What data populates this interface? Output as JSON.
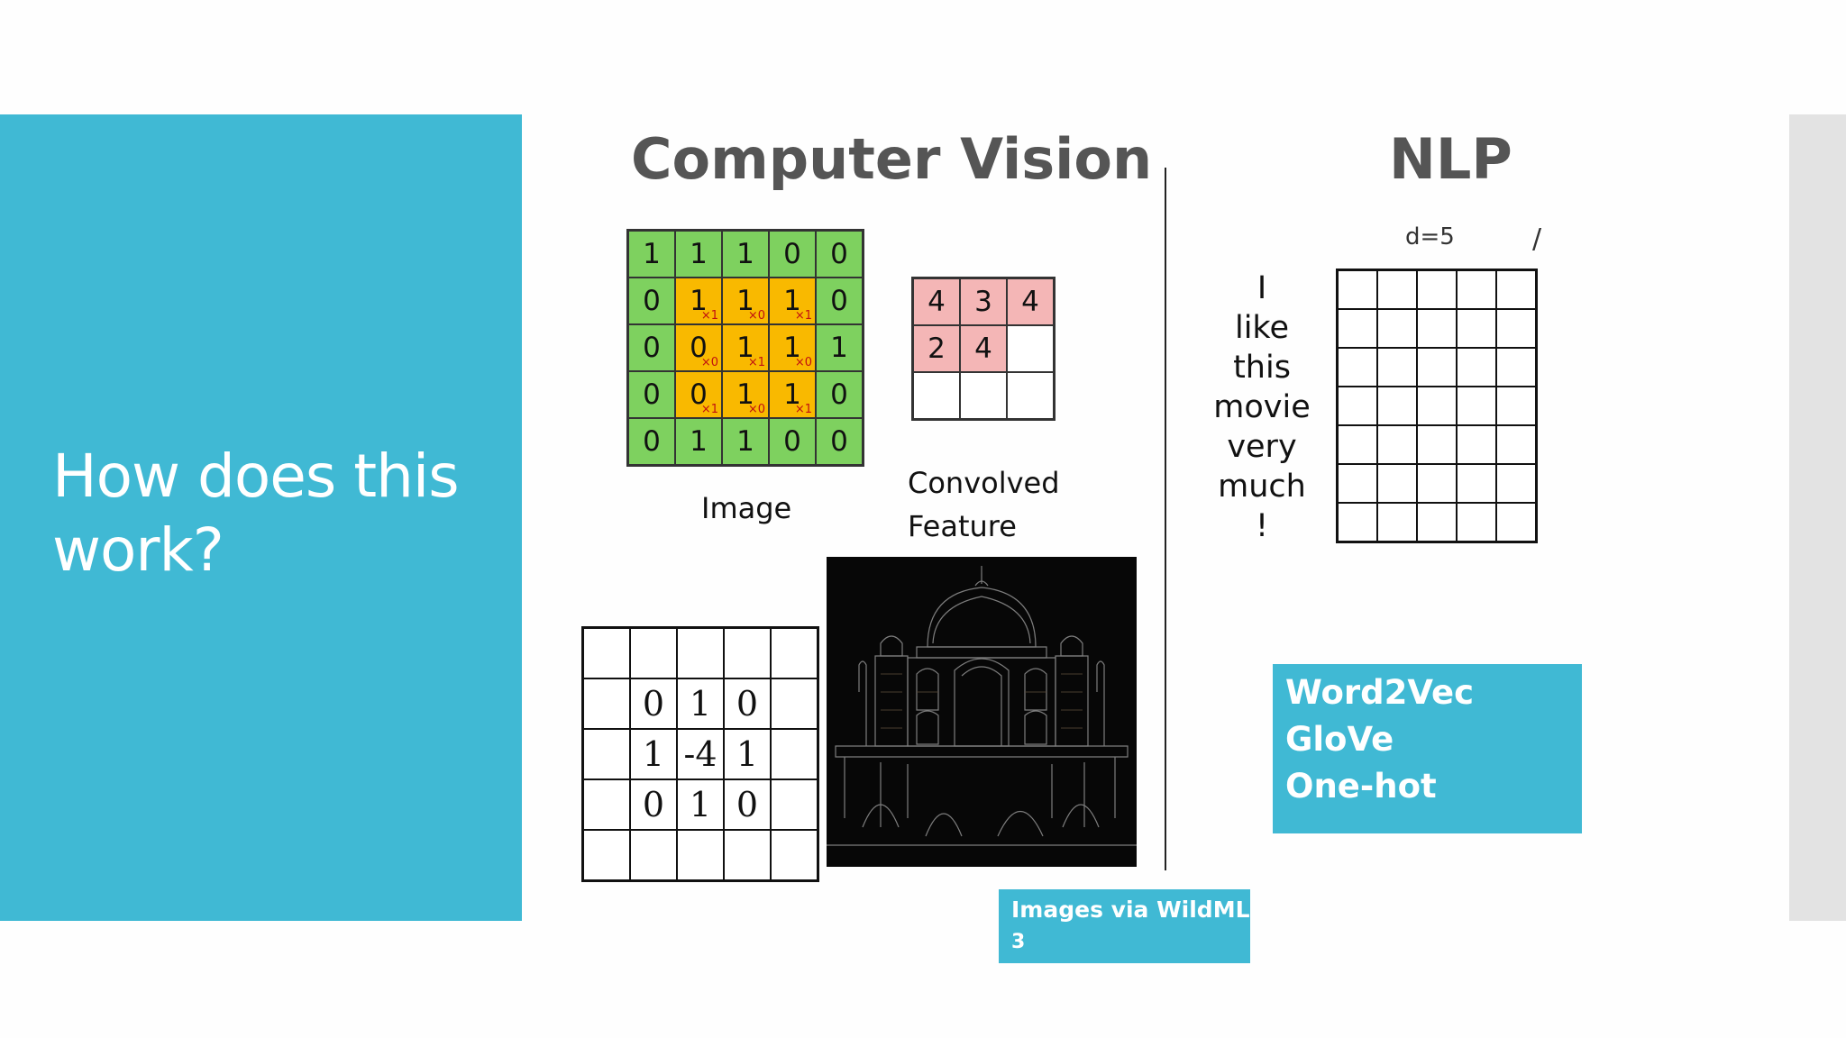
{
  "slide": {
    "title": "How does this work?",
    "slide_number": "3"
  },
  "computer_vision": {
    "heading": "Computer Vision",
    "image_matrix": [
      [
        "1",
        "1",
        "1",
        "0",
        "0"
      ],
      [
        "0",
        "1",
        "1",
        "1",
        "0"
      ],
      [
        "0",
        "0",
        "1",
        "1",
        "1"
      ],
      [
        "0",
        "0",
        "1",
        "1",
        "0"
      ],
      [
        "0",
        "1",
        "1",
        "0",
        "0"
      ]
    ],
    "filter_weights": [
      [
        "×1",
        "×0",
        "×1"
      ],
      [
        "×0",
        "×1",
        "×0"
      ],
      [
        "×1",
        "×0",
        "×1"
      ]
    ],
    "image_caption": "Image",
    "convolved_matrix": [
      [
        "4",
        "3",
        "4"
      ],
      [
        "2",
        "4",
        ""
      ],
      [
        "",
        "",
        ""
      ]
    ],
    "convolved_caption_line1": "Convolved",
    "convolved_caption_line2": "Feature",
    "kernel": [
      [
        "0",
        "1",
        "0"
      ],
      [
        "1",
        "-4",
        "1"
      ],
      [
        "0",
        "1",
        "0"
      ]
    ]
  },
  "nlp": {
    "heading": "NLP",
    "dimension_label": "d=5",
    "dimension_tick": "/",
    "words": [
      "I",
      "like",
      "this",
      "movie",
      "very",
      "much",
      "!"
    ],
    "embeddings": [
      "Word2Vec",
      "GloVe",
      "One-hot"
    ]
  },
  "credit": {
    "text": "Images via WildML"
  },
  "colors": {
    "accent": "#40b9d4",
    "image_cell": "#7ed15f",
    "filter_cell": "#f9b900",
    "convolved_cell": "#f4b6b6"
  }
}
